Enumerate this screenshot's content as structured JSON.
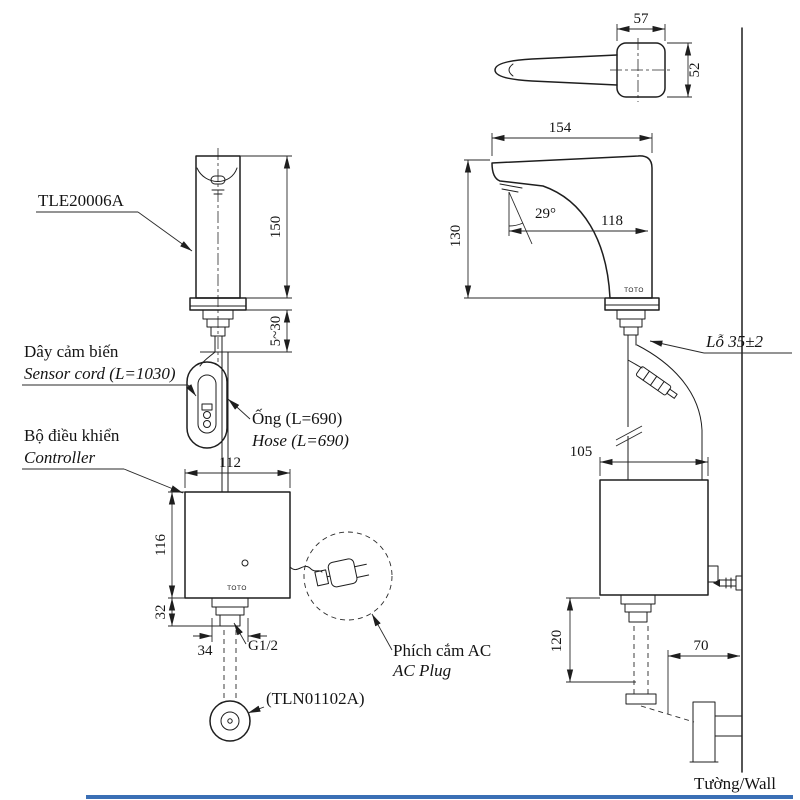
{
  "drawing": {
    "model": "TLE20006A",
    "brand": "TOTO",
    "callouts": {
      "sensor_cord_vi": "Dây cảm biến",
      "sensor_cord_en": "Sensor cord (L=1030)",
      "controller_vi": "Bộ điều khiển",
      "controller_en": "Controller",
      "hose_vi": "Ống (L=690)",
      "hose_en": "Hose (L=690)",
      "ac_plug_vi": "Phích cắm AC",
      "ac_plug_en": "AC Plug",
      "drain_model": "(TLN01102A)",
      "hole": "Lỗ 35±2",
      "wall": "Tường/Wall",
      "thread": "G1/2"
    },
    "dims": {
      "front_height": "150",
      "deck_thickness": "5~30",
      "controller_width": "112",
      "controller_height": "116",
      "fitting_height": "32",
      "fitting_width": "34",
      "spout_top_width": "57",
      "spout_top_depth": "52",
      "spout_length": "154",
      "spray_angle": "29°",
      "spout_reach": "118",
      "spout_height": "130",
      "controller_depth": "105",
      "drain_drop": "120",
      "wall_offset": "70"
    },
    "accent_color": "#3a6fb5"
  }
}
